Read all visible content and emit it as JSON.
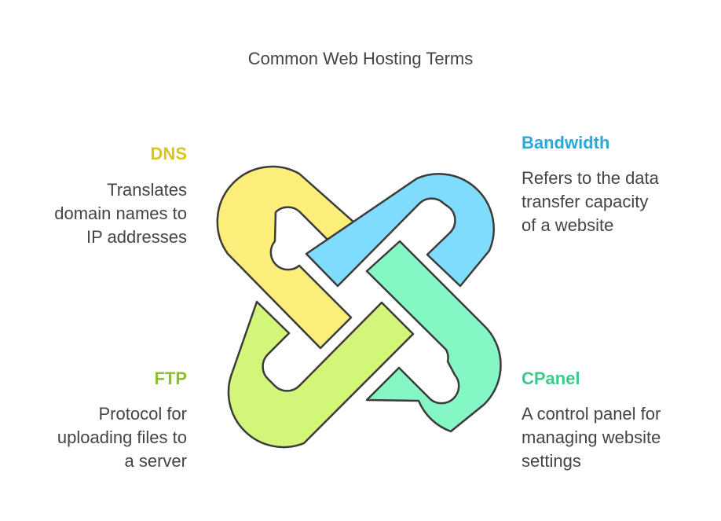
{
  "title": "Common Web Hosting Terms",
  "terms": {
    "dns": {
      "name": "DNS",
      "description": "Translates\ndomain names to\nIP addresses",
      "color": "#d9c51f"
    },
    "bandwidth": {
      "name": "Bandwidth",
      "description": "Refers to the data\ntransfer capacity\nof a website",
      "color": "#2aa8d6"
    },
    "ftp": {
      "name": "FTP",
      "description": "Protocol for\nuploading files to\na server",
      "color": "#8cbf2a"
    },
    "cpanel": {
      "name": "CPanel",
      "description": "A control panel for\nmanaging website\nsettings",
      "color": "#3ec98a"
    }
  },
  "link_fill_colors": {
    "dns": "#fcee7a",
    "bandwidth": "#7fdcfb",
    "ftp": "#d2f57a",
    "cpanel": "#85f7c4"
  }
}
